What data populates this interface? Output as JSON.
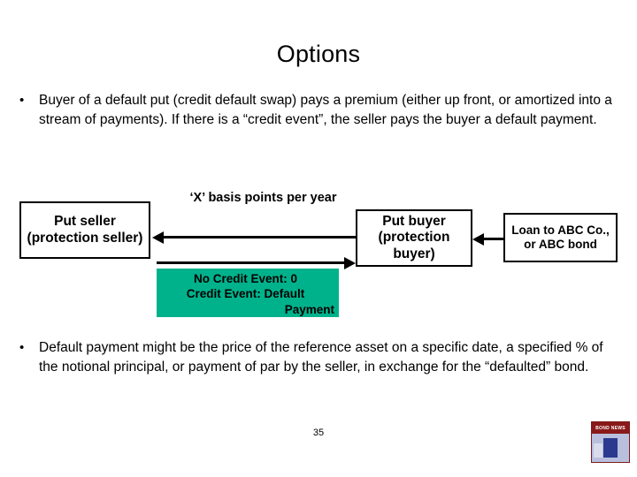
{
  "slide": {
    "title": "Options",
    "page_number": "35",
    "bullets": [
      {
        "marker": "•",
        "text": "Buyer of a default put (credit default swap) pays a premium (either up front, or amortized into a stream of payments). If there is a “credit event”, the seller pays the buyer a default payment."
      },
      {
        "marker": "•",
        "text": "Default payment might be the price of the reference asset on a specific date, a specified % of the notional principal, or payment of par by the seller, in exchange for the “defaulted” bond."
      }
    ],
    "diagram": {
      "put_seller_box": "Put seller (protection seller)",
      "put_buyer_box": "Put buyer (protection buyer)",
      "loan_box": "Loan to ABC Co., or ABC bond",
      "basis_points_label": "‘X’ basis points per year",
      "credit_event_box": {
        "line1": "No Credit Event: 0",
        "line2": "Credit Event: Default",
        "line3": "Payment"
      },
      "colors": {
        "credit_event_fill": "#00B28C",
        "line": "#000000",
        "background": "#FFFFFF"
      }
    },
    "logo_text": "BOND NEWS"
  }
}
